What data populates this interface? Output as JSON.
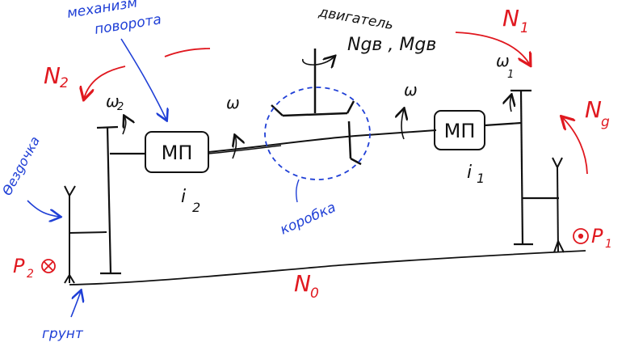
{
  "colors": {
    "black": "#111111",
    "blue": "#1f3fd6",
    "red": "#e0181f"
  },
  "labels": {
    "turn_mechanism_line1": "механизм",
    "turn_mechanism_line2": "поворота",
    "engine_word": "двигатель",
    "engine_values": "Ngв , Mgв",
    "gearbox": "коробка",
    "hitch_word": "Ѳезgочка",
    "ground": "грунт",
    "box_left": "МП",
    "box_right": "МП",
    "omega_left": "ω",
    "omega_right": "ω",
    "omega2": "ω",
    "omega2_sub": "2",
    "omega1": "ω",
    "omega1_sub": "1",
    "i2_main": "i",
    "i2_sub": "2",
    "i1_main": "i",
    "i1_sub": "1",
    "N2": "N",
    "N2_sub": "2",
    "N1": "N",
    "N1_sub": "1",
    "Ng": "N",
    "Ng_sub": "g",
    "N0": "N",
    "N0_sub": "0",
    "P2": "P",
    "P2_sub": "2",
    "P1": "P",
    "P1_sub": "1"
  }
}
